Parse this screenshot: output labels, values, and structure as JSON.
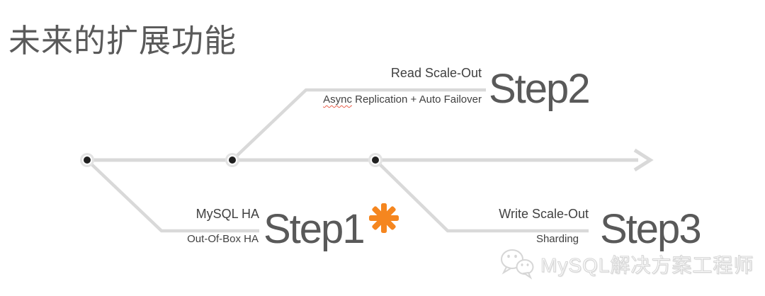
{
  "slide": {
    "title": "未来的扩展功能"
  },
  "timeline": {
    "steps": [
      {
        "name": "Step1",
        "label": "MySQL HA",
        "sublabel": "Out-Of-Box HA",
        "highlight": "orange-asterisk"
      },
      {
        "name": "Step2",
        "label": "Read Scale-Out",
        "sublabel_word": "Async",
        "sublabel_rest": " Replication + Auto Failover"
      },
      {
        "name": "Step3",
        "label": "Write Scale-Out",
        "sublabel": "Sharding"
      }
    ]
  },
  "watermark": {
    "icon": "wechat-icon",
    "text": "MySQL解决方案工程师"
  },
  "colors": {
    "accent_orange": "#F5861F",
    "line_gray": "#D9D9D9",
    "step_text": "#595959",
    "label_text": "#404040",
    "title_text": "#5A5A5A",
    "squiggle_red": "#E8604C",
    "watermark_gray": "#D6D6D6",
    "dot_dark": "#212121",
    "dot_ring": "#E3E3E3"
  }
}
